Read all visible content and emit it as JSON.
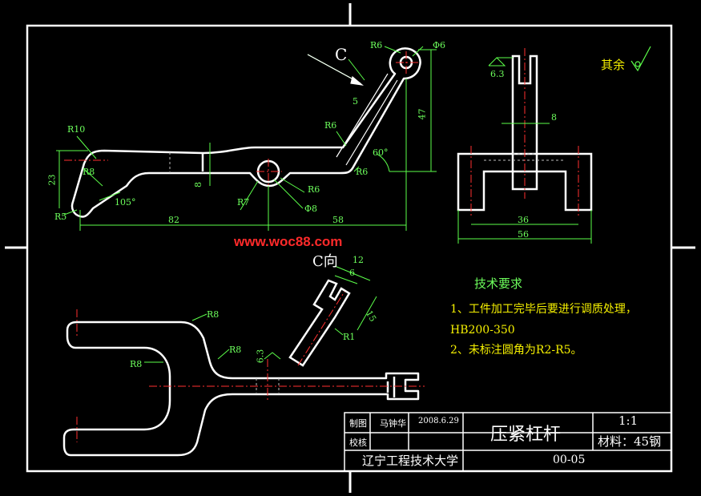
{
  "view_label_c": "C",
  "view_label_c_dir": "C向",
  "dims": {
    "r6_top": "R6",
    "phi6": "Φ6",
    "d5": "5",
    "d47": "47",
    "r6_mid": "R6",
    "a60": "60°",
    "r6_low": "R6",
    "r10": "R10",
    "r8": "R8",
    "d23": "23",
    "d8_left": "8",
    "a105": "105°",
    "r5": "R5",
    "r7": "R7",
    "r6_hole": "R6",
    "phi8": "Φ8",
    "d82": "82",
    "d58": "58",
    "d8_side": "8",
    "d36": "36",
    "d56": "56",
    "d12": "12",
    "d6": "6",
    "d15": "15",
    "r1": "R1",
    "r8_plan_top": "R8",
    "r8_plan_mid": "R8",
    "r8_plan_left": "R8",
    "d63_plan": "6.3",
    "d63_side": "6.3"
  },
  "surface_note": "其余",
  "watermark": "www.woc88.com",
  "tech": {
    "title": "技术要求",
    "line1": "1、工件加工完毕后要进行调质处理，",
    "line2": "HB200-350",
    "line3": "2、未标注圆角为R2-R5。"
  },
  "title_block": {
    "drawn_label": "制图",
    "drawn_name": "马钟华",
    "date": "2008.6.29",
    "check_label": "校核",
    "part_name": "压紧杠杆",
    "scale": "1:1",
    "material": "材料：45钢",
    "school": "辽宁工程技术大学",
    "drawing_no": "00-05"
  },
  "colors": {
    "outline": "#ffffff",
    "dimension": "#5cff4a",
    "center": "#ff3030",
    "note": "#f5f000",
    "hidden": "#bbbbbb"
  }
}
